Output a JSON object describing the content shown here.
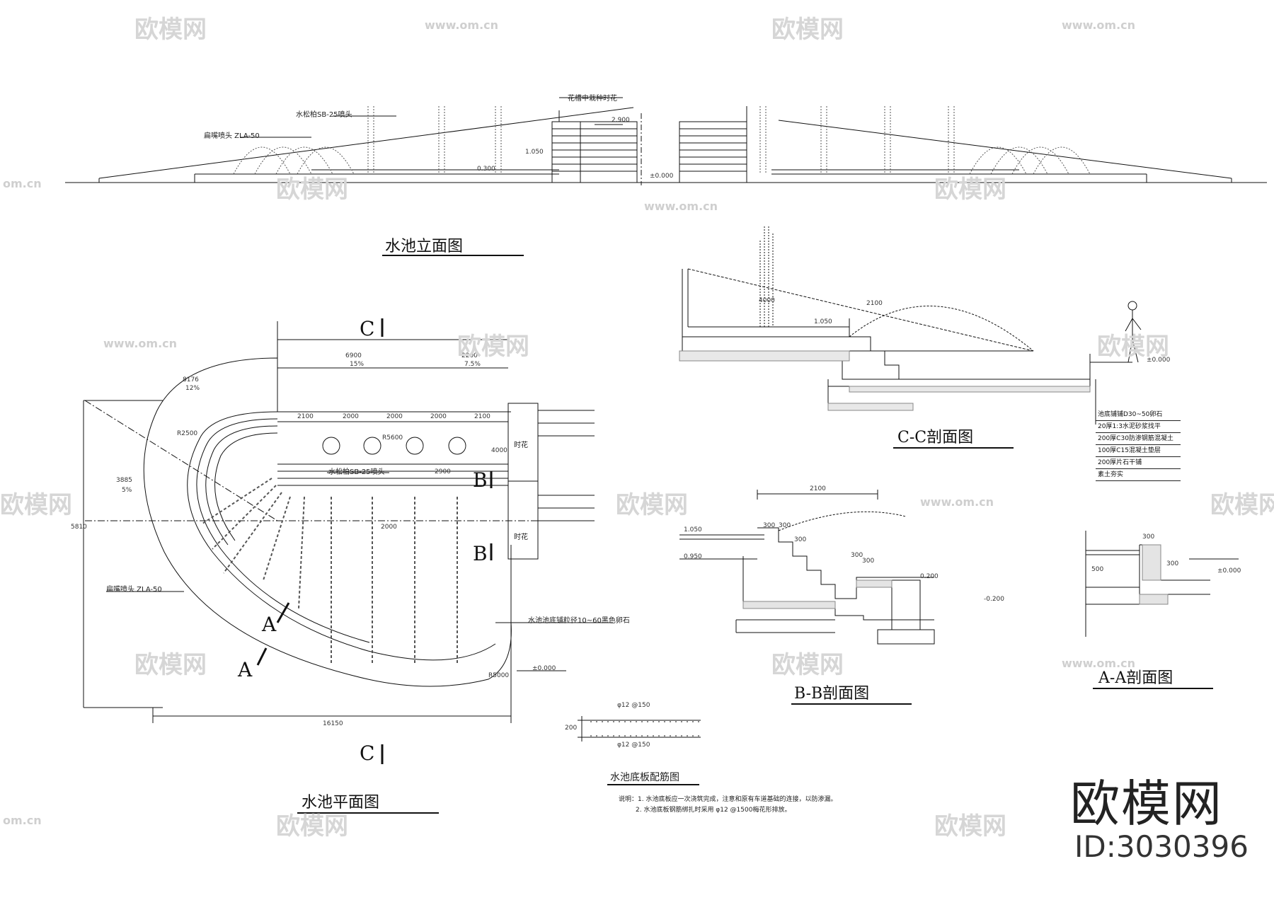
{
  "titles": {
    "elevation": "水池立面图",
    "cc": "C-C剖面图",
    "plan": "水池平面图",
    "bb": "B-B剖面图",
    "aa": "A-A剖面图",
    "rebar": "水池底板配筋图"
  },
  "elevation": {
    "nozzle_label": "水松柏SB-25喷头",
    "fan_label": "扁嘴喷头 ZLA-50",
    "planter_label": "花槽中栽种时花",
    "dims": [
      "2.900",
      "1.050",
      "0.300",
      "±0.000"
    ]
  },
  "plan": {
    "top_dims": [
      "6900",
      "15%",
      "2200",
      "7.5%"
    ],
    "bay_dims": [
      "2100",
      "2000",
      "2000",
      "2000",
      "2100"
    ],
    "arc_dims": [
      "8176",
      "12%"
    ],
    "side_dims": [
      "3885",
      "5%"
    ],
    "radius_dims": [
      "R2500",
      "R5600",
      "R5000"
    ],
    "overall_width": "16150",
    "overall_height": "5810",
    "nozzle_label": "水松柏SB-25喷头",
    "fan_label": "扁嘴喷头 ZLA-50",
    "pebble_label": "水池池底铺粒径10~60黑色卵石",
    "planter_label": "时花",
    "level": "±0.000",
    "mid_dims": [
      "2900",
      "4000",
      "2000"
    ]
  },
  "sections": {
    "c_marker": "C",
    "b_marker": "B",
    "a_marker": "A"
  },
  "cc_section": {
    "dims": [
      "2100",
      "4000",
      "1.050",
      "±0.000"
    ],
    "layers": [
      "池底铺铺D30~50卵石",
      "20厚1:3水泥砂浆找平",
      "200厚C30防渗钢筋混凝土",
      "100厚C15混凝土垫层",
      "200厚片石干铺",
      "素土夯实"
    ]
  },
  "bb_section": {
    "top_dim": "2100",
    "step_dims": [
      "300",
      "300",
      "300",
      "300",
      "300"
    ],
    "levels": [
      "1.050",
      "0.950",
      "0.200",
      "-0.200"
    ]
  },
  "aa_section": {
    "dims": [
      "300",
      "500",
      "300"
    ],
    "levels": [
      "±0.000"
    ]
  },
  "rebar": {
    "top_bar": "φ12 @150",
    "bottom_bar": "φ12 @150",
    "thickness": "200"
  },
  "notes": {
    "line1": "说明：1. 水池底板应一次浇筑完成，注意和原有车道基础的连接，以防渗漏。",
    "line2": "2. 水池底板钢筋绑扎时采用 φ12 @1500梅花形排放。"
  },
  "watermarks": {
    "brand": "欧模网",
    "url": "www.om.cn",
    "url_left": "om.cn",
    "footer_brand": "欧模网",
    "footer_id": "ID:3030396"
  }
}
